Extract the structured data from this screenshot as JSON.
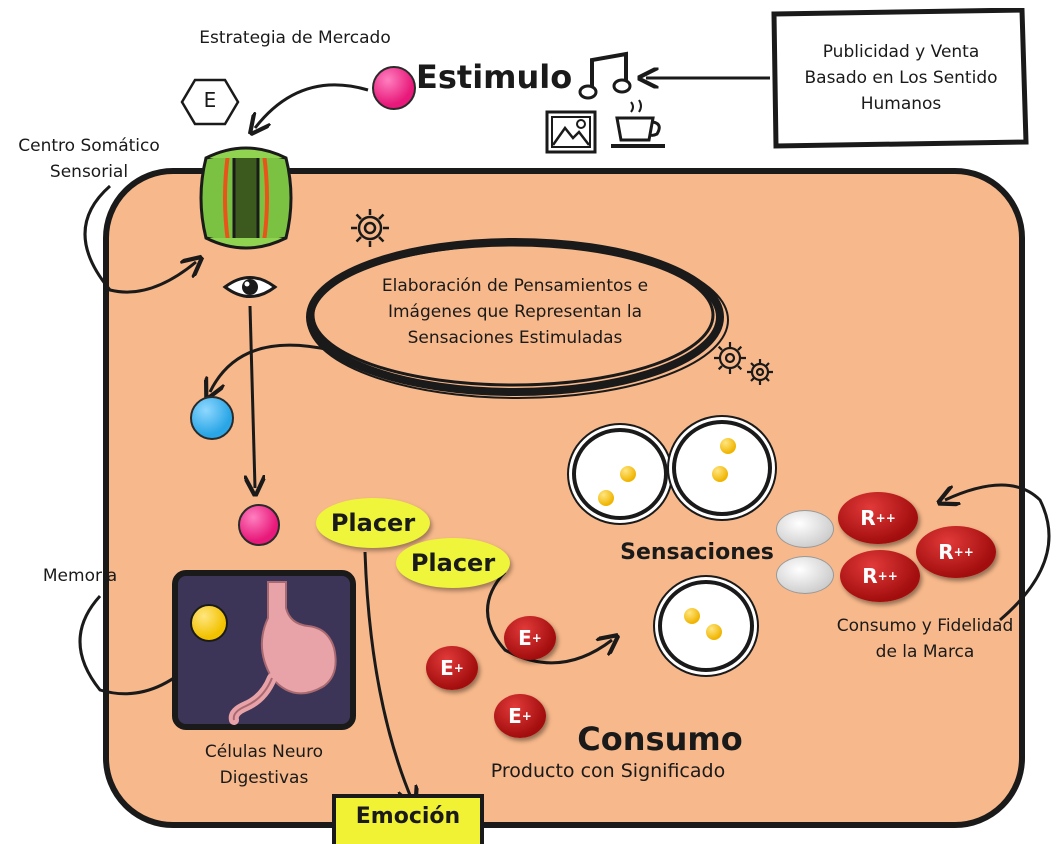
{
  "labels": {
    "estrategia": "Estrategia de Mercado",
    "e_hex": "E",
    "estimulo": "Estimulo",
    "publicidad": [
      "Publicidad y Venta",
      "Basado en Los Sentido",
      "Humanos"
    ],
    "centro": [
      "Centro Somático",
      "Sensorial"
    ],
    "elaboracion": [
      "Elaboración de Pensamientos e",
      "Imágenes que Representan la",
      "Sensaciones Estimuladas"
    ],
    "placer_1": "Placer",
    "placer_2": "Placer",
    "sensaciones": "Sensaciones",
    "memoria": "Memoria",
    "celulas": [
      "Células Neuro",
      "Digestivas"
    ],
    "consumo": "Consumo",
    "producto": "Producto con Significado",
    "emocion": "Emoción",
    "fidelidad": [
      "Consumo y Fidelidad",
      "de la Marca"
    ],
    "e_plus": "E",
    "r_plus": "R"
  },
  "icons": [
    "music-note-icon",
    "picture-icon",
    "coffee-cup-icon",
    "gear-icon",
    "eye-icon",
    "stomach-icon"
  ],
  "colors": {
    "cell": "#f7b88b",
    "placer": "#eef53a",
    "emocion_box": "#f2f235",
    "egg_red": "#b61212",
    "magenta_dot": "#e8197a",
    "blue_dot": "#2aa6e6",
    "yellow_dot": "#f2c200",
    "somatic_green": "#7cc242",
    "memory_box": "#3d3557"
  }
}
